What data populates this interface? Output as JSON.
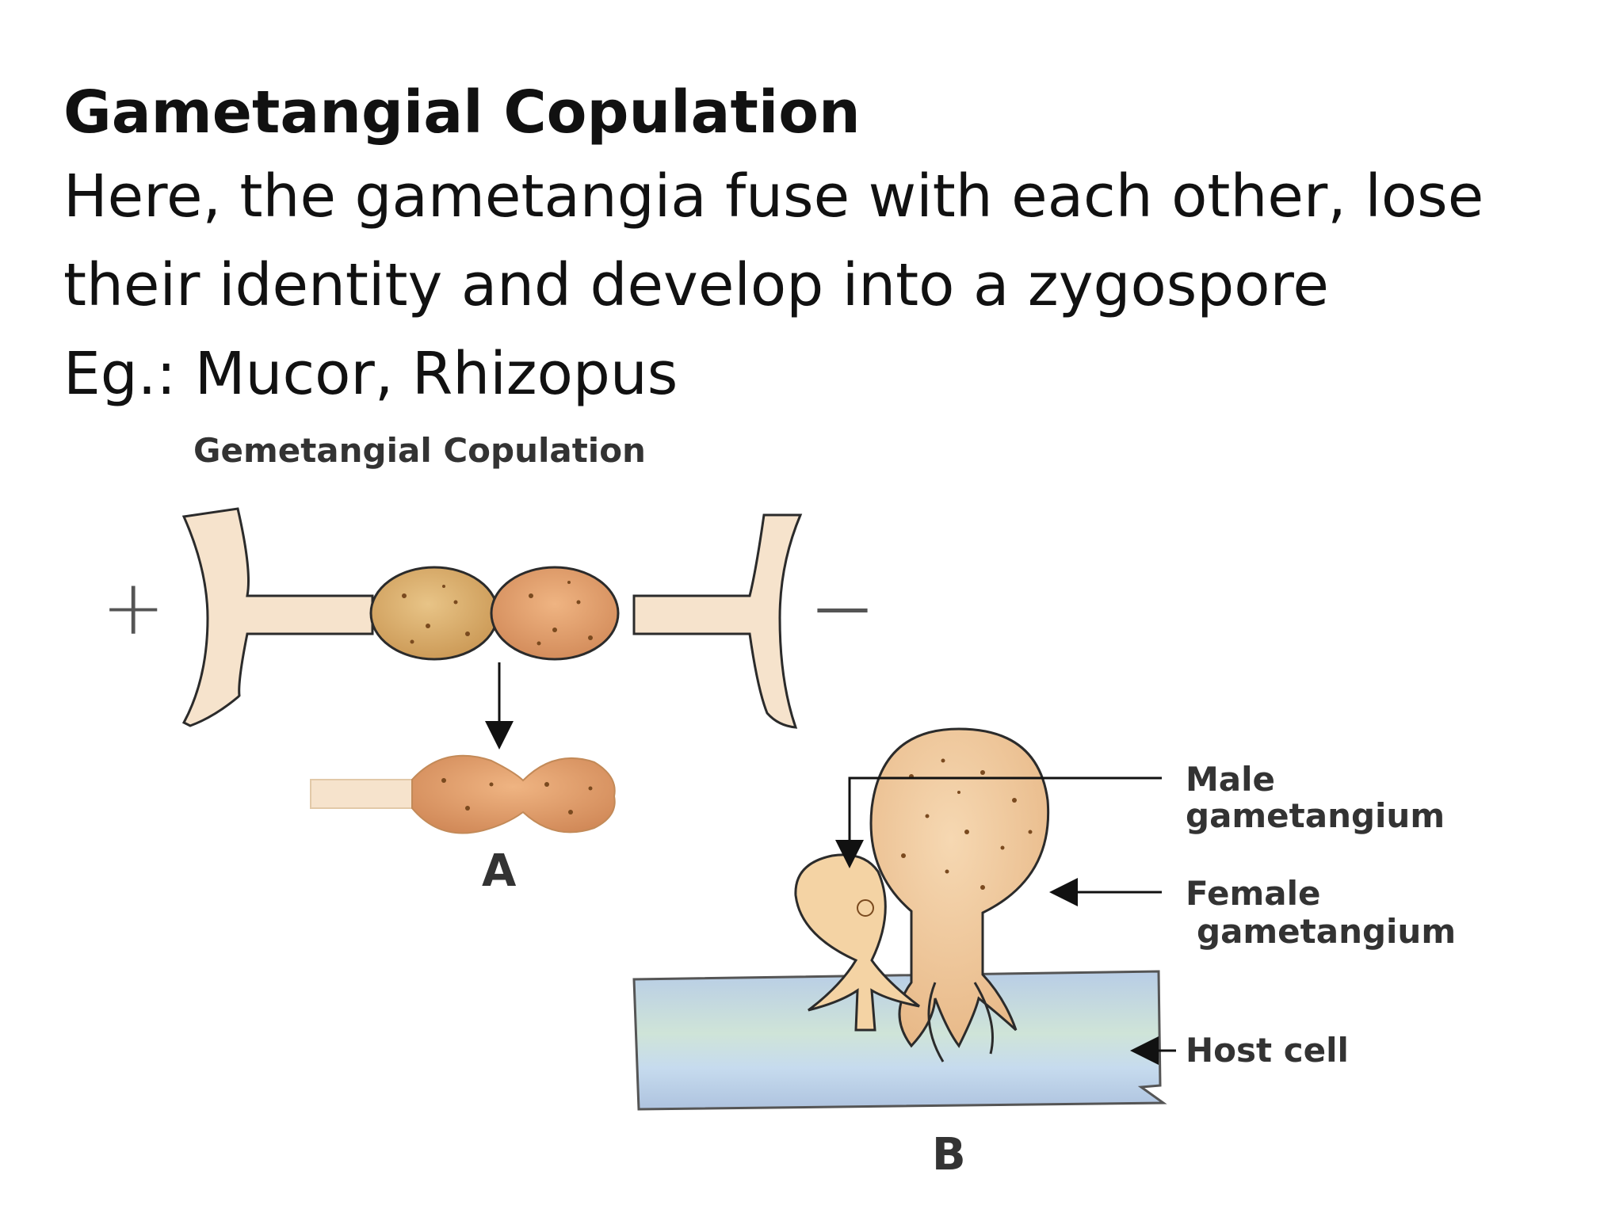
{
  "slide": {
    "title": "Gametangial Copulation",
    "lines": [
      "Here, the gametangia fuse with each other, lose",
      "their identity and develop into a zygospore",
      "Eg.: Mucor, Rhizopus"
    ]
  },
  "figure": {
    "heading": "Gemetangial Copulation",
    "plus_sign": "+",
    "minus_sign": "—",
    "panel_a": "A",
    "panel_b": "B",
    "labels": {
      "male_line1": "Male",
      "male_line2": "gametangium",
      "female_line1": "Female",
      "female_line2": "gametangium",
      "host": "Host cell"
    }
  },
  "colors": {
    "hypha": "#f6e3cc",
    "gametangium_left": "#d9ae6a",
    "gametangium_right": "#e2a06e",
    "host_cell": "#c9ddf0"
  }
}
